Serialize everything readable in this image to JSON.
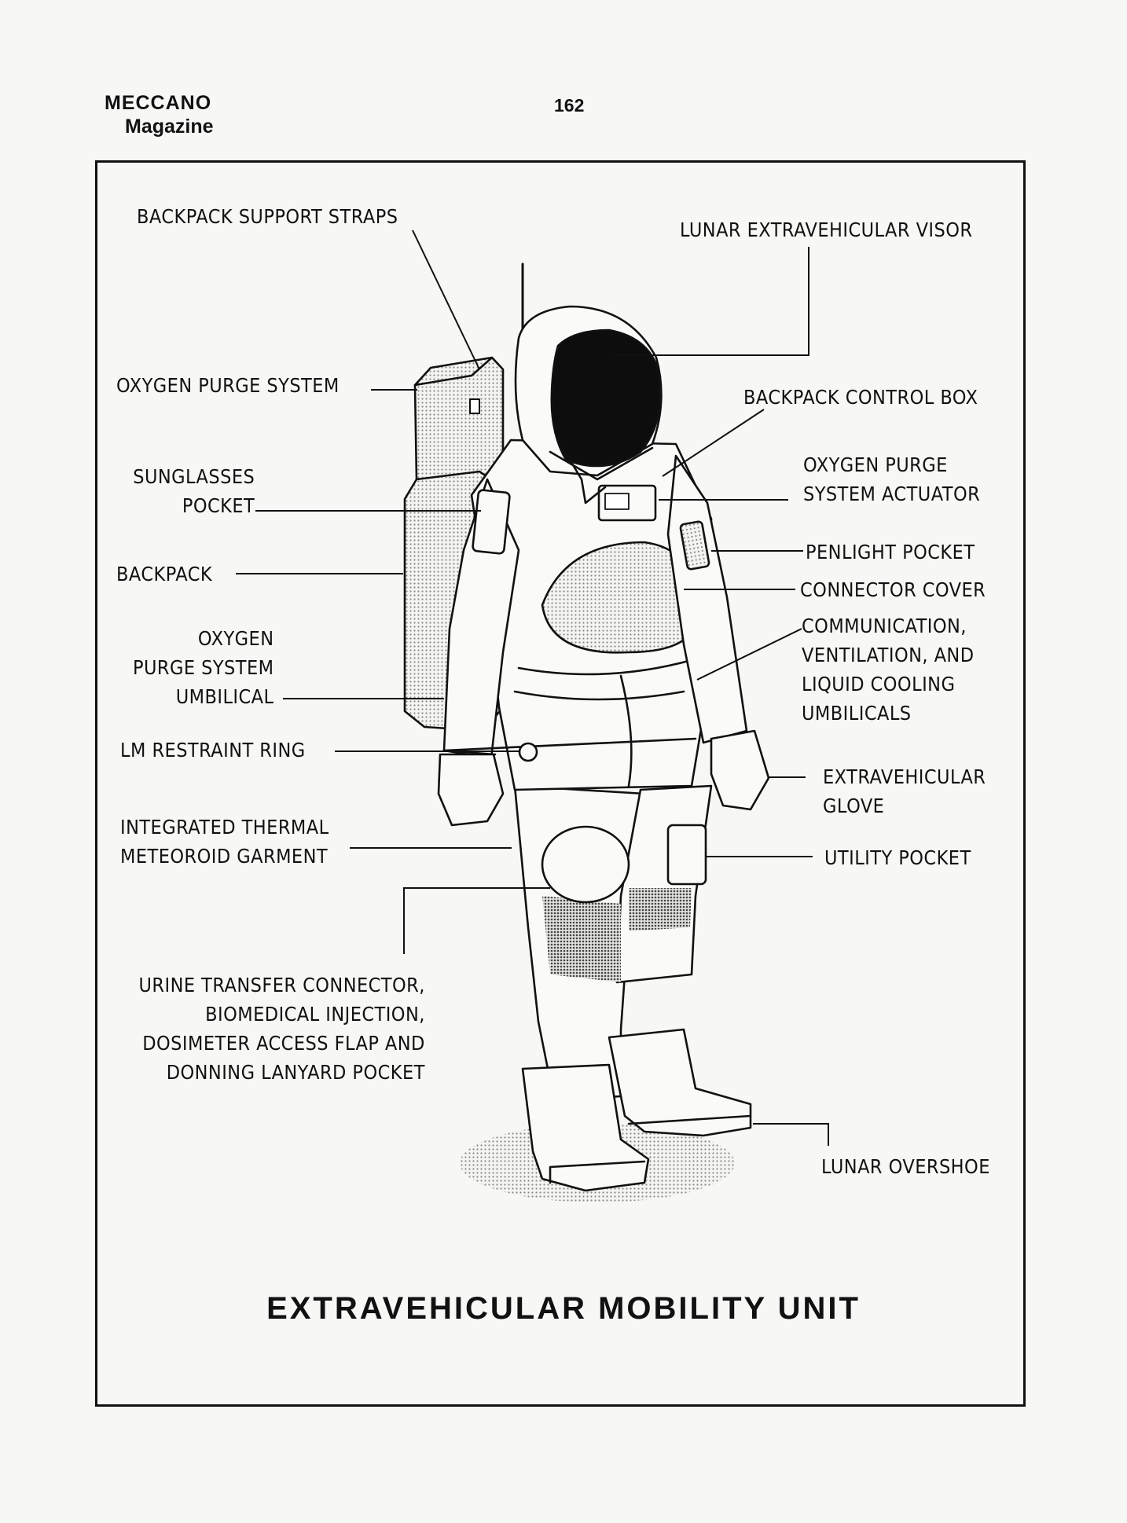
{
  "masthead": {
    "line1": "MECCANO",
    "line2": "Magazine"
  },
  "page_number": "162",
  "title": "EXTRAVEHICULAR MOBILITY UNIT",
  "labels": {
    "backpack_support_straps": [
      "BACKPACK SUPPORT STRAPS"
    ],
    "lunar_visor": [
      "LUNAR EXTRAVEHICULAR VISOR"
    ],
    "oxygen_purge_system": [
      "OXYGEN PURGE SYSTEM"
    ],
    "backpack_control_box": [
      "BACKPACK CONTROL BOX"
    ],
    "sunglasses_pocket": [
      "SUNGLASSES",
      "POCKET"
    ],
    "oxygen_purge_actuator": [
      "OXYGEN PURGE",
      "SYSTEM ACTUATOR"
    ],
    "penlight_pocket": [
      "PENLIGHT POCKET"
    ],
    "backpack": [
      "BACKPACK"
    ],
    "connector_cover": [
      "CONNECTOR COVER"
    ],
    "communication_umbilicals": [
      "COMMUNICATION,",
      "VENTILATION, AND",
      "LIQUID COOLING",
      "UMBILICALS"
    ],
    "oxygen_purge_umbilical": [
      "OXYGEN",
      "PURGE SYSTEM",
      "UMBILICAL"
    ],
    "lm_restraint_ring": [
      "LM RESTRAINT RING"
    ],
    "extravehicular_glove": [
      "EXTRAVEHICULAR",
      "GLOVE"
    ],
    "thermal_garment": [
      "INTEGRATED THERMAL",
      "METEOROID GARMENT"
    ],
    "utility_pocket": [
      "UTILITY POCKET"
    ],
    "urine_transfer": [
      "URINE TRANSFER CONNECTOR,",
      "BIOMEDICAL INJECTION,",
      "DOSIMETER ACCESS FLAP AND",
      "DONNING LANYARD POCKET"
    ],
    "lunar_overshoe": [
      "LUNAR OVERSHOE"
    ]
  },
  "colors": {
    "ink": "#111111",
    "paper": "#f7f7f5",
    "suit": "#fafaf8",
    "shade": "#cfcfcb"
  }
}
